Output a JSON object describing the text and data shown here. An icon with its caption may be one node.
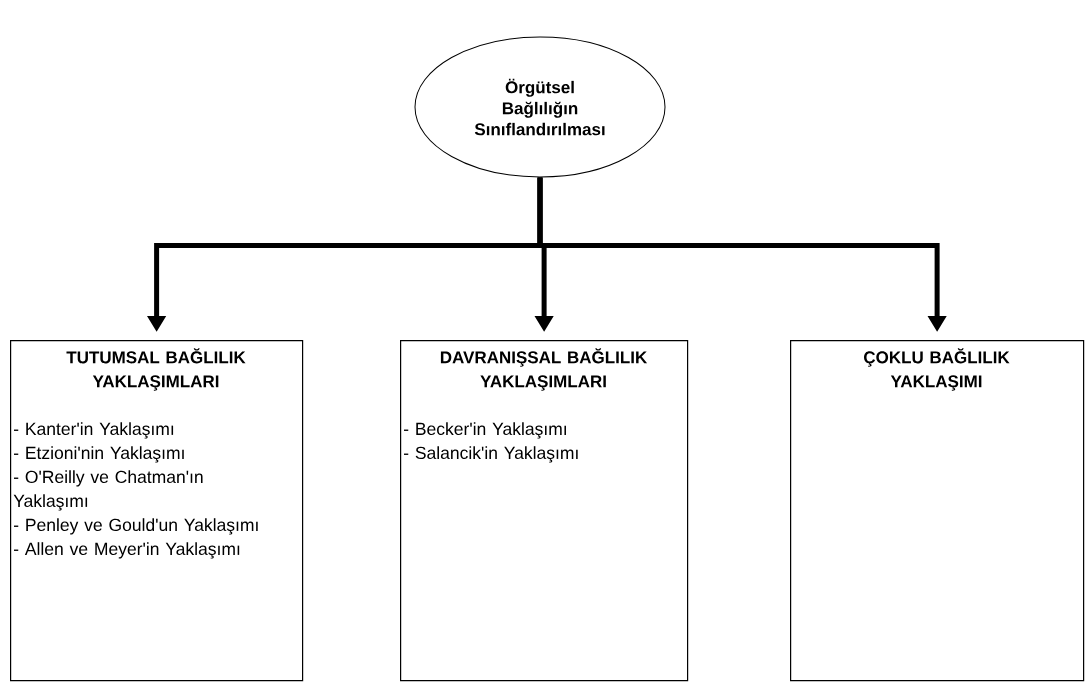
{
  "diagram": {
    "nodes": [
      {
        "text": [
          "Örgütsel Bağlılığın Sınıflandırılması"
        ]
      },
      {
        "text": [
          "TUTUMSAL BAĞLILIK YAKLAŞIMLARI",
          "- Kanter'in Yaklaşımı",
          "- Etzioni'nin Yaklaşımı",
          "- O'Reilly ve Chatman'ın Yaklaşımı",
          "- Penley ve Gould'un Yaklaşımı",
          "- Allen ve Meyer'in Yaklaşımı"
        ]
      },
      {
        "text": [
          "DAVRANIŞSAL BAĞLILIK YAKLAŞIMLARI",
          "- Becker'in Yaklaşımı",
          "- Salancik'in Yaklaşımı"
        ]
      },
      {
        "text": [
          "ÇOKLU BAĞLILIK YAKLAŞIMI"
        ]
      }
    ],
    "edges": [
      {
        "from": 0,
        "to": 1,
        "arrow": "to"
      },
      {
        "from": 0,
        "to": 2,
        "arrow": "to"
      },
      {
        "from": 0,
        "to": 3,
        "arrow": "to"
      }
    ]
  }
}
